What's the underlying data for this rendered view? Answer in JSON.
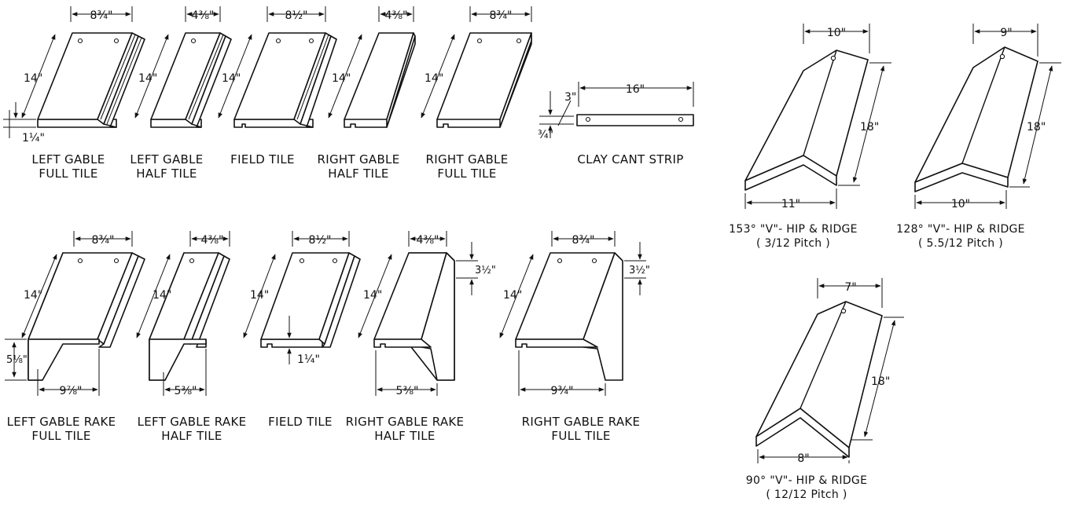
{
  "colors": {
    "line": "#111111",
    "background": "#ffffff"
  },
  "tiles_top": [
    {
      "line1": "LEFT GABLE",
      "line2": "FULL TILE",
      "width": "8¾\"",
      "length": "14\"",
      "thickness": "1¼\""
    },
    {
      "line1": "LEFT GABLE",
      "line2": "HALF TILE",
      "width": "4⅜\"",
      "length": "14\""
    },
    {
      "line1": "FIELD TILE",
      "line2": "",
      "width": "8½\"",
      "length": "14\""
    },
    {
      "line1": "RIGHT GABLE",
      "line2": "HALF TILE",
      "width": "4⅜\"",
      "length": "14\""
    },
    {
      "line1": "RIGHT GABLE",
      "line2": "FULL TILE",
      "width": "8¾\"",
      "length": "14\""
    }
  ],
  "cant_strip": {
    "label": "CLAY CANT STRIP",
    "length": "16\"",
    "height": "3\"",
    "thickness": "¾\""
  },
  "tiles_bottom": [
    {
      "line1": "LEFT GABLE RAKE",
      "line2": "FULL TILE",
      "width": "8¾\"",
      "length": "14\"",
      "rake_width": "9⅞\"",
      "drop": "5⅛\""
    },
    {
      "line1": "LEFT GABLE RAKE",
      "line2": "HALF TILE",
      "width": "4⅜\"",
      "length": "14\"",
      "rake_width": "5⅜\""
    },
    {
      "line1": "FIELD TILE",
      "line2": "",
      "width": "8½\"",
      "length": "14\"",
      "thickness": "1¼\""
    },
    {
      "line1": "RIGHT GABLE RAKE",
      "line2": "HALF TILE",
      "width": "4⅜\"",
      "length": "14\"",
      "rake_width": "5⅜\"",
      "drop": "3½\""
    },
    {
      "line1": "RIGHT GABLE RAKE",
      "line2": "FULL TILE",
      "width": "8¾\"",
      "length": "14\"",
      "rake_width": "9¾\"",
      "drop": "3½\""
    }
  ],
  "ridges": [
    {
      "line1": "153° \"V\"- HIP & RIDGE",
      "line2": "( 3/12 Pitch )",
      "top_width": "10\"",
      "bottom_width": "11\"",
      "length": "18\""
    },
    {
      "line1": "128° \"V\"- HIP & RIDGE",
      "line2": "( 5.5/12 Pitch )",
      "top_width": "9\"",
      "bottom_width": "10\"",
      "length": "18\""
    },
    {
      "line1": "90° \"V\"- HIP & RIDGE",
      "line2": "( 12/12 Pitch )",
      "top_width": "7\"",
      "bottom_width": "8\"",
      "length": "18\""
    }
  ]
}
